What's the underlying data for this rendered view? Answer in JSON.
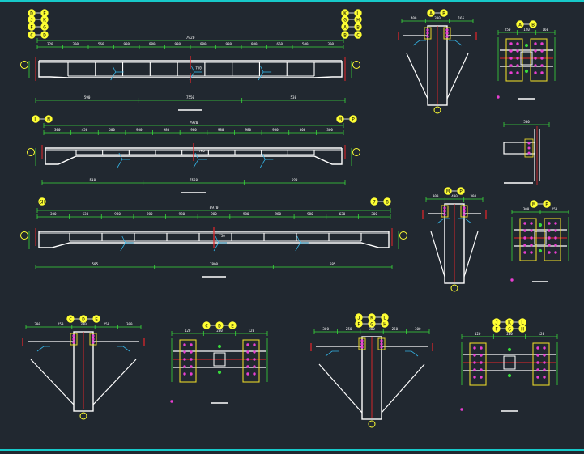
{
  "colors": {
    "background": "#212830",
    "frame": "#17c9c9",
    "member": "#ffffff",
    "dimension": "#38d93b",
    "weld": "#35b4e6",
    "section_cut": "#e8262a",
    "plate_outline": "#e6d52a",
    "bolt": "#e93fd2",
    "label": "#ffffff",
    "marker": "#ffff33"
  },
  "beams": [
    {
      "id": "beam-1",
      "left_tags": [
        "D-E",
        "J-K",
        "F-G",
        "C-D"
      ],
      "right_tags": [
        "K-L",
        "G-H",
        "A-B",
        "B-C"
      ],
      "overall": "7920",
      "bottom": [
        "590",
        "7550",
        "530"
      ],
      "span_dims": [
        "320",
        "300",
        "560",
        "980",
        "980",
        "980",
        "980",
        "980",
        "980",
        "660",
        "500",
        "300"
      ],
      "web_height": "750"
    },
    {
      "id": "beam-2",
      "left_tags": [
        "L-N"
      ],
      "right_tags": [
        "M-P"
      ],
      "overall": "7920",
      "bottom": [
        "510",
        "7550",
        "590"
      ],
      "span_dims": [
        "300",
        "450",
        "600",
        "980",
        "980",
        "980",
        "980",
        "980",
        "980",
        "600",
        "300"
      ],
      "web_height": "750"
    },
    {
      "id": "beam-3",
      "left_tags": [
        "GH"
      ],
      "right_tags": [
        "7-8"
      ],
      "overall": "8970",
      "bottom": [
        "585",
        "7800",
        "585"
      ],
      "span_dims": [
        "300",
        "630",
        "980",
        "980",
        "980",
        "980",
        "980",
        "980",
        "980",
        "630",
        "300"
      ],
      "web_height": "750"
    }
  ],
  "details": [
    {
      "id": "detail-ab-elevation",
      "title": [
        "A",
        "B"
      ],
      "dims": [
        "400",
        "300",
        "165"
      ]
    },
    {
      "id": "detail-ab-plan",
      "title": [
        "A",
        "B"
      ],
      "dims": [
        "250",
        "120",
        "160"
      ]
    },
    {
      "id": "detail-ab-bracket",
      "title": [],
      "dims": [
        "500"
      ]
    },
    {
      "id": "detail-mp-elevation",
      "title": [
        "M",
        "P"
      ],
      "dims": [
        "300",
        "400",
        "300"
      ]
    },
    {
      "id": "detail-mp-plan",
      "title": [
        "M",
        "P"
      ],
      "dims": [
        "300",
        "250"
      ]
    },
    {
      "id": "detail-cde-elevation",
      "title": [
        "C",
        "D",
        "E"
      ],
      "dims": [
        "300",
        "250",
        "300",
        "250",
        "300"
      ]
    },
    {
      "id": "detail-cde-plan",
      "title": [
        "C",
        "D",
        "E"
      ],
      "dims": [
        "120",
        "200",
        "120"
      ]
    },
    {
      "id": "detail-jkl-elevation",
      "title": [
        "J",
        "K",
        "L",
        "F",
        "G",
        "H"
      ],
      "dims": [
        "300",
        "250",
        "300",
        "250",
        "300"
      ]
    },
    {
      "id": "detail-jkl-plan",
      "title": [
        "J",
        "K",
        "L",
        "F",
        "G",
        "H"
      ],
      "dims": [
        "120",
        "200",
        "120"
      ]
    }
  ]
}
